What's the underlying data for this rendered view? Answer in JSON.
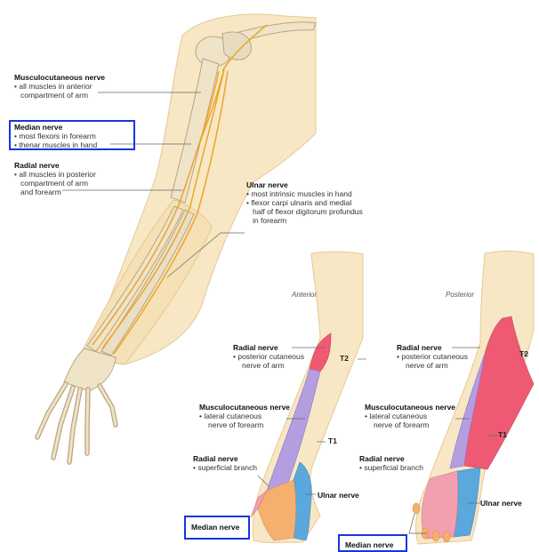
{
  "colors": {
    "skin": "#f8e7c4",
    "skin_edge": "#e6c894",
    "bone": "#efe3c8",
    "bone_edge": "#b9a57e",
    "nerve": "#e9a52a",
    "radial_zone": "#ee5a73",
    "musculocutaneous_zone": "#b49ee0",
    "median_zone": "#f5b070",
    "ulnar_zone": "#5aa8dc",
    "radial_superficial_zone": "#f2a0b0",
    "highlight_box": "#1736e0",
    "leader_line": "#666666"
  },
  "left_panel": {
    "musculocutaneous": {
      "title": "Musculocutaneous nerve",
      "lines": [
        "all muscles in anterior",
        "compartment of arm"
      ]
    },
    "median": {
      "title": "Median nerve",
      "lines": [
        "most flexors in forearm",
        "thenar muscles in hand"
      ]
    },
    "radial": {
      "title": "Radial nerve",
      "lines": [
        "all muscles in posterior",
        "compartment of arm",
        "and forearm"
      ]
    },
    "ulnar": {
      "title": "Ulnar nerve",
      "lines": [
        "most intrinsic muscles in hand",
        "flexor carpi ulnaris and medial",
        "half of flexor digitorum profundus",
        "in forearm"
      ]
    }
  },
  "anterior_view": {
    "view_label": "Anterior",
    "radial": {
      "title": "Radial nerve",
      "lines": [
        "posterior cutaneous",
        "nerve of arm"
      ]
    },
    "musculocutaneous": {
      "title": "Musculocutaneous nerve",
      "lines": [
        "lateral cutaneous",
        "nerve of forearm"
      ]
    },
    "radial_superficial": {
      "title": "Radial nerve",
      "lines": [
        "superficial branch"
      ]
    },
    "ulnar_label": "Ulnar nerve",
    "median_label": "Median nerve",
    "t2": "T2",
    "t1": "T1"
  },
  "posterior_view": {
    "view_label": "Posterior",
    "radial": {
      "title": "Radial nerve",
      "lines": [
        "posterior cutaneous",
        "nerve of arm"
      ]
    },
    "musculocutaneous": {
      "title": "Musculocutaneous nerve",
      "lines": [
        "lateral cutaneous",
        "nerve of forearm"
      ]
    },
    "radial_superficial": {
      "title": "Radial nerve",
      "lines": [
        "superficial branch"
      ]
    },
    "ulnar_label": "Ulnar nerve",
    "median_label": "Median nerve",
    "t2": "T2",
    "t1": "T1"
  }
}
